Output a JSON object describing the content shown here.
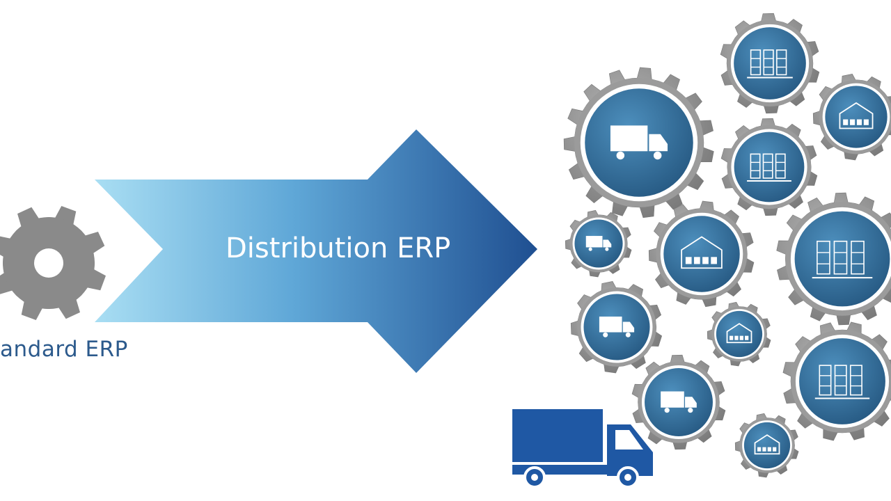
{
  "diagram": {
    "source_label": "Standard ERP",
    "target_label": "Distribution ERP",
    "visible_source_label": "andard ERP",
    "colors": {
      "arrow_start": "#a9def3",
      "arrow_end": "#1f4f91",
      "gear_grey": "#8a8a8a",
      "gear_badge": "#2f6d99",
      "truck_blue": "#1f58a4",
      "text_blue": "#2c5a8c"
    },
    "source_icon": "gear-icon",
    "destination_truck_icon": "delivery-truck-icon",
    "process_gears": [
      {
        "id": "shelving-warehouse",
        "icon": "warehouse-shelves-icon"
      },
      {
        "id": "goods-on-pallet",
        "icon": "boxes-on-pallet-icon"
      },
      {
        "id": "loading-dock",
        "icon": "loading-dock-icon"
      },
      {
        "id": "forklift-loading",
        "icon": "forklift-icon"
      },
      {
        "id": "stocked-racks",
        "icon": "pallet-rack-icon"
      },
      {
        "id": "warehouse-building",
        "icon": "warehouse-icon"
      },
      {
        "id": "delivery-truck-large",
        "icon": "truck-icon"
      },
      {
        "id": "truck-fleet",
        "icon": "fleet-icon"
      },
      {
        "id": "hand-truck",
        "icon": "hand-truck-icon"
      },
      {
        "id": "bulk-storage",
        "icon": "bulk-storage-icon"
      },
      {
        "id": "inventory-racks",
        "icon": "inventory-rack-icon"
      },
      {
        "id": "dispatch-trolley",
        "icon": "trolley-icon"
      },
      {
        "id": "distribution-center",
        "icon": "distribution-center-icon"
      }
    ]
  }
}
